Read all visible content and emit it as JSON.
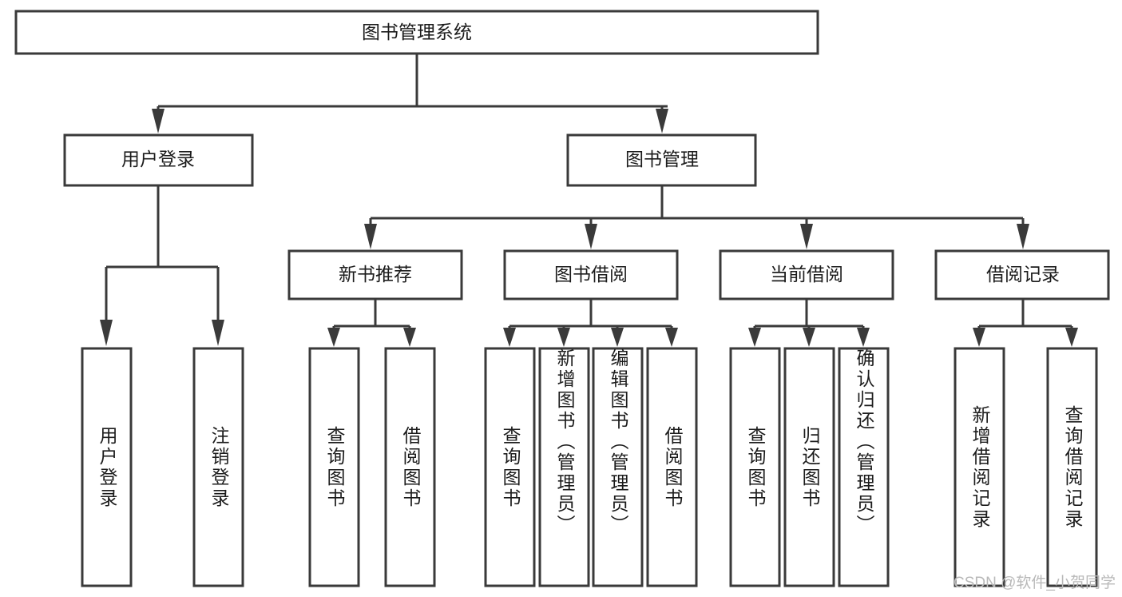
{
  "diagram": {
    "type": "hierarchy-tree",
    "title": "图书管理系统",
    "watermark": "CSDN @软件_小贺同学",
    "colors": {
      "stroke": "#3a3a3a",
      "fill": "#ffffff",
      "text": "#1c1c1c",
      "watermark": "#b9b9b9",
      "background": "#ffffff"
    },
    "levels": [
      {
        "index": 0,
        "label": "root"
      },
      {
        "index": 1,
        "label": "modules"
      },
      {
        "index": 2,
        "label": "submodules"
      },
      {
        "index": 3,
        "label": "functions"
      }
    ],
    "root": {
      "id": "system",
      "label": "图书管理系统",
      "orientation": "horizontal"
    },
    "level1": [
      {
        "id": "user-login",
        "label": "用户登录",
        "orientation": "horizontal"
      },
      {
        "id": "book-manage",
        "label": "图书管理",
        "orientation": "horizontal"
      }
    ],
    "level2": [
      {
        "id": "new-book-recommend",
        "label": "新书推荐",
        "parent": "book-manage",
        "orientation": "horizontal"
      },
      {
        "id": "book-borrow",
        "label": "图书借阅",
        "parent": "book-manage",
        "orientation": "horizontal"
      },
      {
        "id": "current-borrow",
        "label": "当前借阅",
        "parent": "book-manage",
        "orientation": "horizontal"
      },
      {
        "id": "borrow-record",
        "label": "借阅记录",
        "parent": "book-manage",
        "orientation": "horizontal"
      }
    ],
    "leaves": [
      {
        "id": "leaf-user-login",
        "label": "用户登录",
        "parent": "user-login",
        "orientation": "vertical"
      },
      {
        "id": "leaf-logout",
        "label": "注销登录",
        "parent": "user-login",
        "orientation": "vertical"
      },
      {
        "id": "leaf-query-book-1",
        "label": "查询图书",
        "parent": "new-book-recommend",
        "orientation": "vertical"
      },
      {
        "id": "leaf-borrow-book-1",
        "label": "借阅图书",
        "parent": "new-book-recommend",
        "orientation": "vertical"
      },
      {
        "id": "leaf-query-book-2",
        "label": "查询图书",
        "parent": "book-borrow",
        "orientation": "vertical"
      },
      {
        "id": "leaf-add-book",
        "label": "新增图书（管理员）",
        "parent": "book-borrow",
        "orientation": "vertical"
      },
      {
        "id": "leaf-edit-book",
        "label": "编辑图书（管理员）",
        "parent": "book-borrow",
        "orientation": "vertical"
      },
      {
        "id": "leaf-borrow-book-2",
        "label": "借阅图书",
        "parent": "book-borrow",
        "orientation": "vertical"
      },
      {
        "id": "leaf-query-book-3",
        "label": "查询图书",
        "parent": "current-borrow",
        "orientation": "vertical"
      },
      {
        "id": "leaf-return-book",
        "label": "归还图书",
        "parent": "current-borrow",
        "orientation": "vertical"
      },
      {
        "id": "leaf-confirm-return",
        "label": "确认归还（管理员）",
        "parent": "current-borrow",
        "orientation": "vertical"
      },
      {
        "id": "leaf-add-record",
        "label": "新增借阅记录",
        "parent": "borrow-record",
        "orientation": "vertical"
      },
      {
        "id": "leaf-query-record",
        "label": "查询借阅记录",
        "parent": "borrow-record",
        "orientation": "vertical"
      }
    ]
  },
  "chart_data": {
    "type": "tree",
    "title": "图书管理系统",
    "nodes": [
      {
        "id": "system",
        "label": "图书管理系统",
        "level": 0,
        "parent": null
      },
      {
        "id": "user-login",
        "label": "用户登录",
        "level": 1,
        "parent": "system"
      },
      {
        "id": "book-manage",
        "label": "图书管理",
        "level": 1,
        "parent": "system"
      },
      {
        "id": "leaf-user-login",
        "label": "用户登录",
        "level": 2,
        "parent": "user-login"
      },
      {
        "id": "leaf-logout",
        "label": "注销登录",
        "level": 2,
        "parent": "user-login"
      },
      {
        "id": "new-book-recommend",
        "label": "新书推荐",
        "level": 2,
        "parent": "book-manage"
      },
      {
        "id": "book-borrow",
        "label": "图书借阅",
        "level": 2,
        "parent": "book-manage"
      },
      {
        "id": "current-borrow",
        "label": "当前借阅",
        "level": 2,
        "parent": "book-manage"
      },
      {
        "id": "borrow-record",
        "label": "借阅记录",
        "level": 2,
        "parent": "book-manage"
      },
      {
        "id": "leaf-query-book-1",
        "label": "查询图书",
        "level": 3,
        "parent": "new-book-recommend"
      },
      {
        "id": "leaf-borrow-book-1",
        "label": "借阅图书",
        "level": 3,
        "parent": "new-book-recommend"
      },
      {
        "id": "leaf-query-book-2",
        "label": "查询图书",
        "level": 3,
        "parent": "book-borrow"
      },
      {
        "id": "leaf-add-book",
        "label": "新增图书（管理员）",
        "level": 3,
        "parent": "book-borrow"
      },
      {
        "id": "leaf-edit-book",
        "label": "编辑图书（管理员）",
        "level": 3,
        "parent": "book-borrow"
      },
      {
        "id": "leaf-borrow-book-2",
        "label": "借阅图书",
        "level": 3,
        "parent": "book-borrow"
      },
      {
        "id": "leaf-query-book-3",
        "label": "查询图书",
        "level": 3,
        "parent": "current-borrow"
      },
      {
        "id": "leaf-return-book",
        "label": "归还图书",
        "level": 3,
        "parent": "current-borrow"
      },
      {
        "id": "leaf-confirm-return",
        "label": "确认归还（管理员）",
        "level": 3,
        "parent": "current-borrow"
      },
      {
        "id": "leaf-add-record",
        "label": "新增借阅记录",
        "level": 3,
        "parent": "borrow-record"
      },
      {
        "id": "leaf-query-record",
        "label": "查询借阅记录",
        "level": 3,
        "parent": "borrow-record"
      }
    ],
    "edges": [
      [
        "system",
        "user-login"
      ],
      [
        "system",
        "book-manage"
      ],
      [
        "user-login",
        "leaf-user-login"
      ],
      [
        "user-login",
        "leaf-logout"
      ],
      [
        "book-manage",
        "new-book-recommend"
      ],
      [
        "book-manage",
        "book-borrow"
      ],
      [
        "book-manage",
        "current-borrow"
      ],
      [
        "book-manage",
        "borrow-record"
      ],
      [
        "new-book-recommend",
        "leaf-query-book-1"
      ],
      [
        "new-book-recommend",
        "leaf-borrow-book-1"
      ],
      [
        "book-borrow",
        "leaf-query-book-2"
      ],
      [
        "book-borrow",
        "leaf-add-book"
      ],
      [
        "book-borrow",
        "leaf-edit-book"
      ],
      [
        "book-borrow",
        "leaf-borrow-book-2"
      ],
      [
        "current-borrow",
        "leaf-query-book-3"
      ],
      [
        "current-borrow",
        "leaf-return-book"
      ],
      [
        "current-borrow",
        "leaf-confirm-return"
      ],
      [
        "borrow-record",
        "leaf-add-record"
      ],
      [
        "borrow-record",
        "leaf-query-record"
      ]
    ]
  }
}
